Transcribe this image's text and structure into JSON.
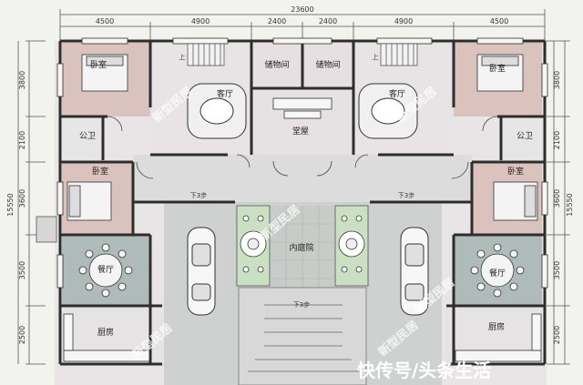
{
  "dimensions": {
    "total_width": "23600",
    "top_segments": [
      "4500",
      "4900",
      "2400",
      "2400",
      "4900",
      "4500"
    ],
    "left_segments": [
      "3800",
      "2100",
      "3600",
      "3500",
      "2500"
    ],
    "left_total": "15550",
    "right_segments": [
      "3800",
      "2100",
      "3600",
      "3500",
      "2500"
    ],
    "right_total": "15550"
  },
  "rooms": {
    "bedroom_nw": "卧室",
    "living_w": "客厅",
    "storage_w": "储物间",
    "storage_e": "储物间",
    "living_e": "客厅",
    "bedroom_ne": "卧室",
    "hall": "堂屋",
    "bath_w": "公卫",
    "bath_e": "公卫",
    "bedroom_w": "卧室",
    "bedroom_e": "卧室",
    "courtyard": "内庭院",
    "dining_w": "餐厅",
    "dining_e": "餐厅",
    "kitchen_w": "厨房",
    "kitchen_e": "厨房"
  },
  "notes": {
    "step_down_w": "下3步",
    "step_down_e": "下3步",
    "step_down_s": "下3步",
    "up_w": "上",
    "up_e": "上"
  },
  "watermarks": [
    "新型民居",
    "新型民居",
    "新型民居",
    "新型民居",
    "新型民居",
    "新型民居"
  ],
  "footer_watermark": "快传号/头条生活",
  "colors": {
    "bedroom": "#d9c3bc",
    "living": "#e8e3e5",
    "dining": "#aebbb8",
    "courtyard": "#c7ccc9",
    "garden": "#c9e0c2",
    "wall": "#2d2d2d"
  }
}
